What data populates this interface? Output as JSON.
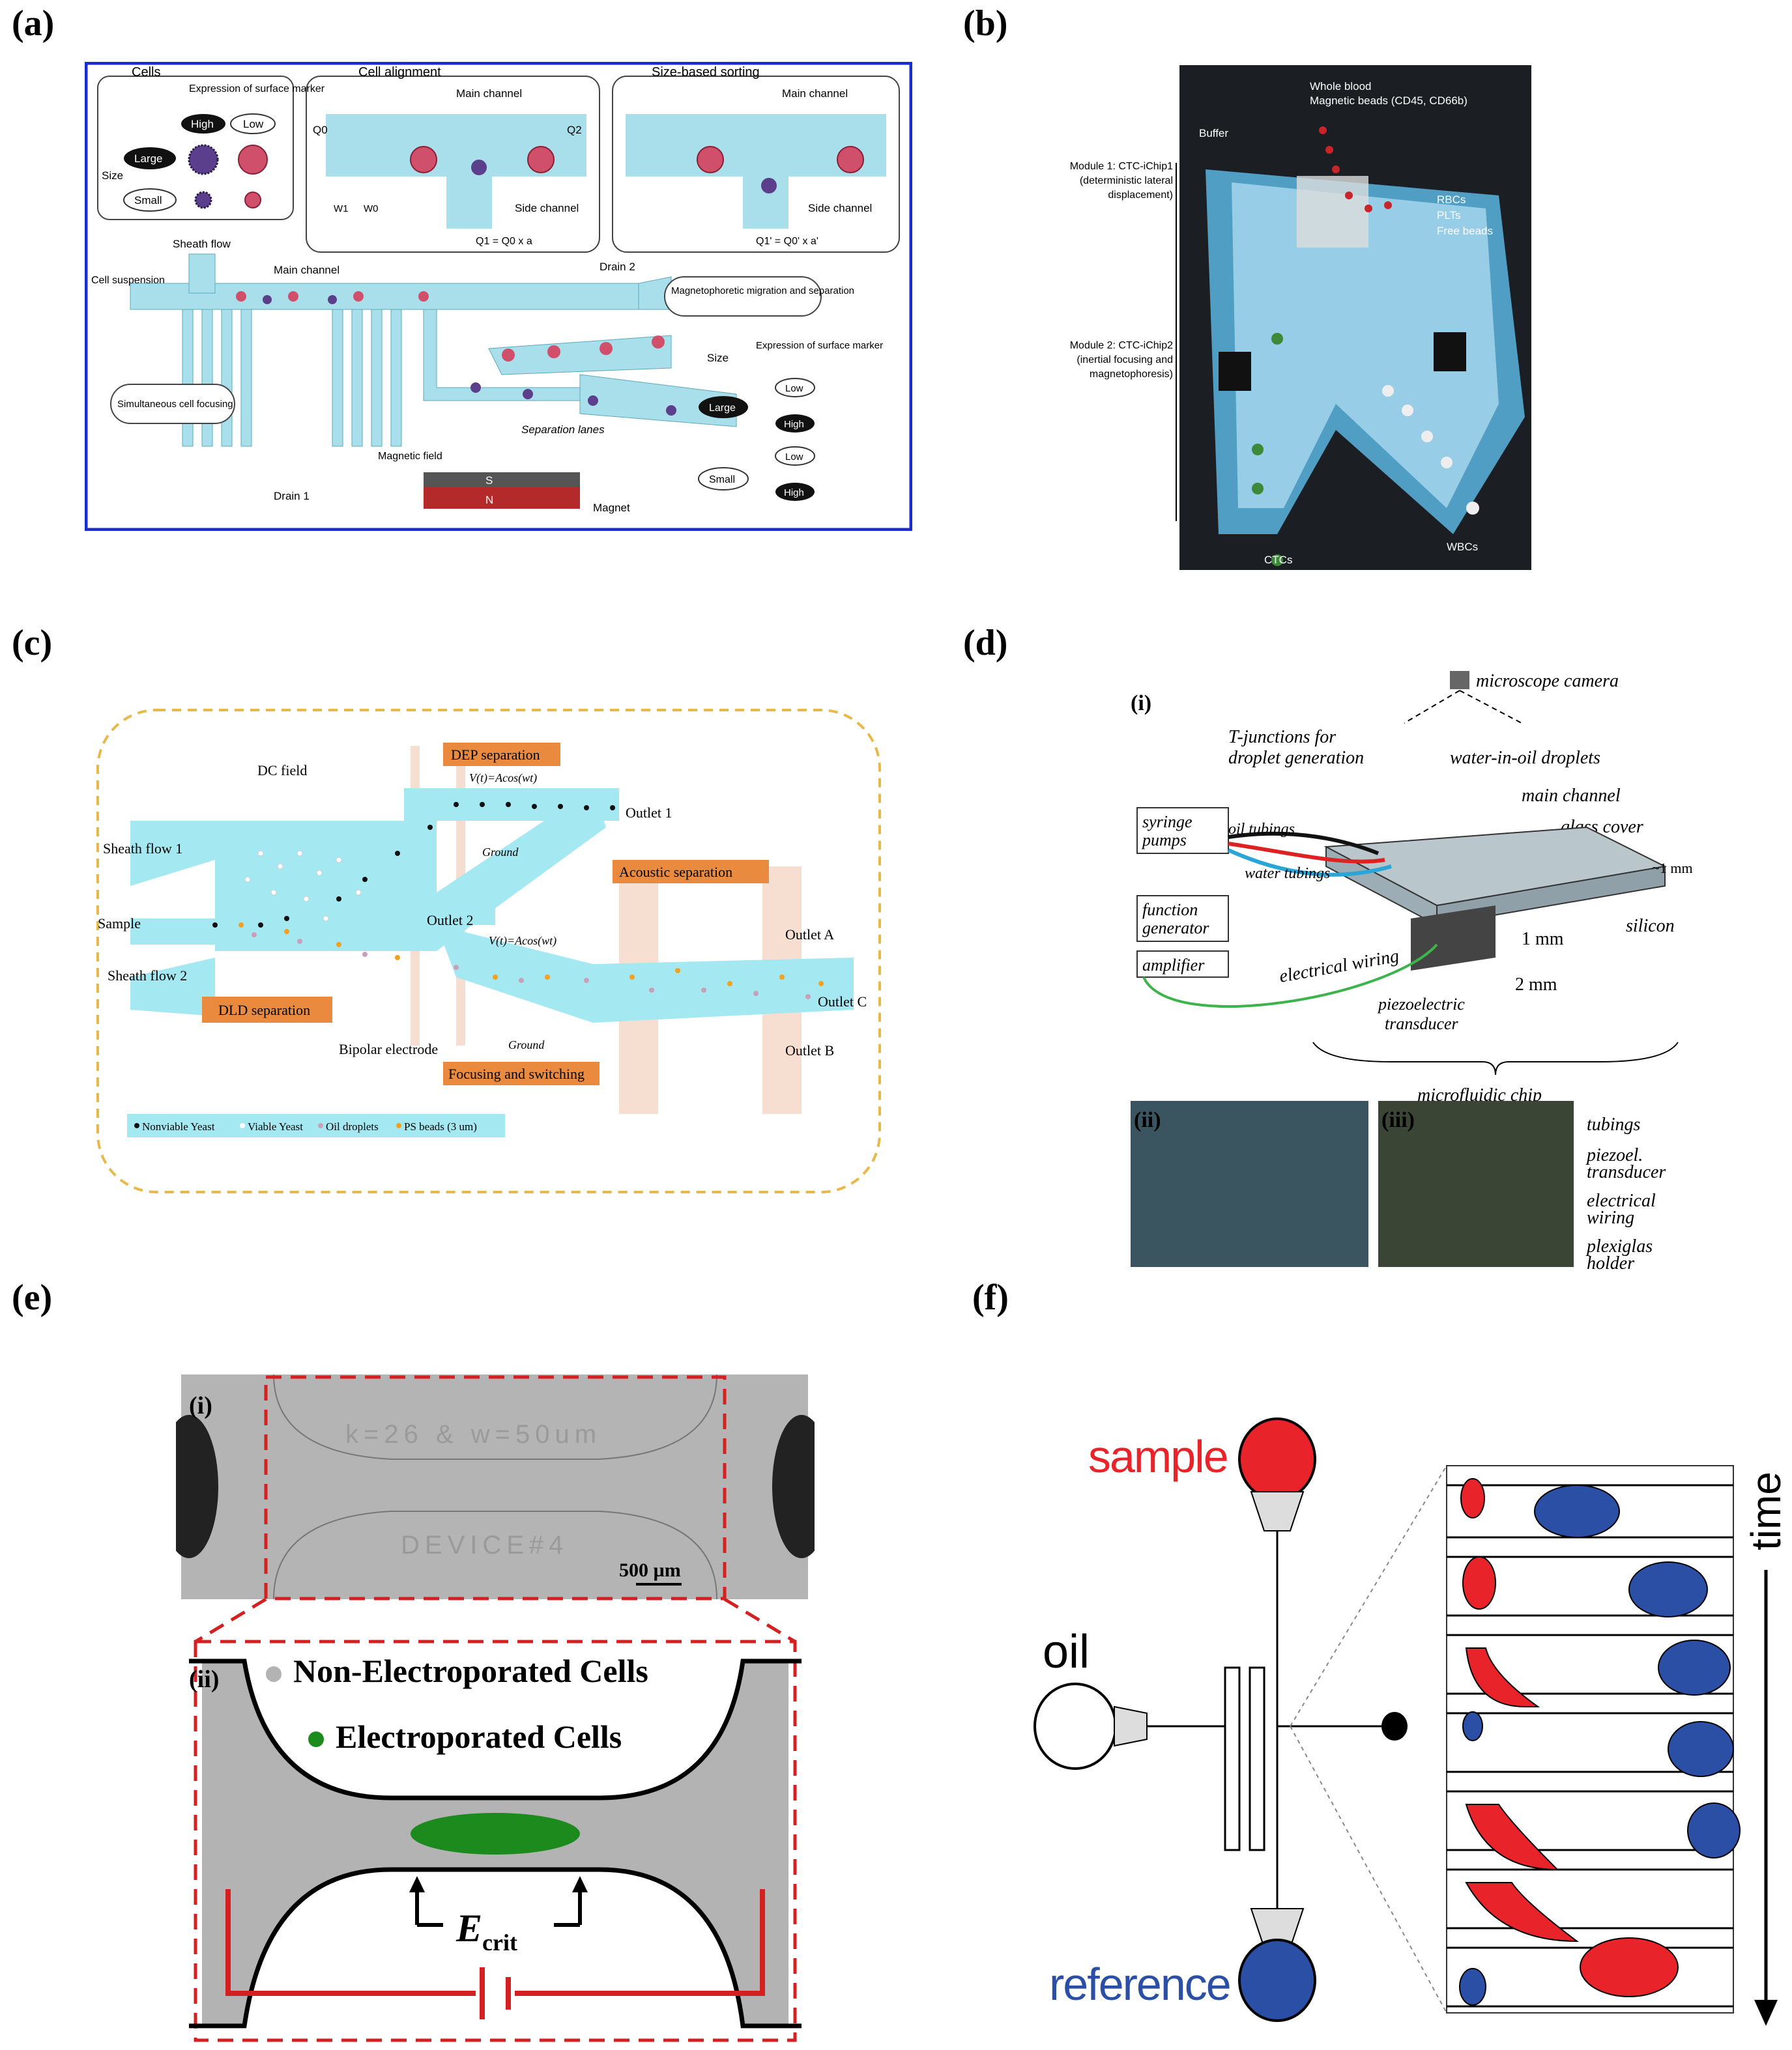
{
  "labels": {
    "a": "(a)",
    "b": "(b)",
    "c": "(c)",
    "d": "(d)",
    "e": "(e)",
    "f": "(f)"
  },
  "panel_a": {
    "cells_title": "Cells",
    "expression_title": "Expression of surface marker",
    "high": "High",
    "low": "Low",
    "size": "Size",
    "large": "Large",
    "small": "Small",
    "cell_alignment": "Cell alignment",
    "size_sorting": "Size-based sorting",
    "main_channel": "Main channel",
    "side_channel": "Side channel",
    "q0": "Q0",
    "q2": "Q2",
    "q1": "Q1 = Q0 x a",
    "q1p": "Q1' = Q0' x a'",
    "w1": "W1",
    "w0": "W0",
    "sheath_flow": "Sheath flow",
    "cell_suspension": "Cell suspension",
    "drain1": "Drain 1",
    "drain2": "Drain 2",
    "magnetophoretic": "Magnetophoretic migration and separation",
    "simultaneous": "Simultaneous cell focusing",
    "separation_lanes": "Separation lanes",
    "magnetic_field": "Magnetic field",
    "magnet": "Magnet",
    "s": "S",
    "n": "N",
    "size_right": "Size",
    "expression_right": "Expression of surface marker"
  },
  "panel_b": {
    "whole_blood": "Whole blood",
    "beads": "Magnetic beads (CD45, CD66b)",
    "buffer": "Buffer",
    "module1": "Module 1: CTC-iChip1 (deterministic lateral displacement)",
    "module2": "Module 2: CTC-iChip2 (inertial focusing and magnetophoresis)",
    "rbcs": "RBCs",
    "plts": "PLTs",
    "free_beads": "Free beads",
    "ctcs": "CTCs",
    "wbcs": "WBCs"
  },
  "panel_c": {
    "dc_field": "DC field",
    "dep": "DEP separation",
    "vt1": "V(t)=Acos(wt)",
    "vt2": "V(t)=Acos(wt)",
    "ground1": "Ground",
    "ground2": "Ground",
    "outlet1": "Outlet 1",
    "outlet2": "Outlet 2",
    "sheath1": "Sheath flow 1",
    "sheath2": "Sheath flow 2",
    "sample": "Sample",
    "acoustic": "Acoustic separation",
    "outletA": "Outlet A",
    "outletB": "Outlet B",
    "outletC": "Outlet C",
    "dld": "DLD separation",
    "bipolar": "Bipolar electrode",
    "focusing": "Focusing and switching",
    "legend": [
      "Nonviable Yeast",
      "Viable Yeast",
      "Oil droplets",
      "PS beads (3 um)"
    ]
  },
  "panel_d": {
    "i": "(i)",
    "ii": "(ii)",
    "iii": "(iii)",
    "camera": "microscope camera",
    "tjunction": "T-junctions for droplet generation",
    "droplets": "water-in-oil droplets",
    "main_channel": "main channel",
    "glass_cover": "glass cover",
    "syringe": "syringe pumps",
    "oil_tubings": "oil tubings",
    "water_tubings": "water tubings",
    "function_gen": "function generator",
    "amplifier": "amplifier",
    "wiring": "electrical wiring",
    "piezo": "piezoelectric transducer",
    "silicon": "silicon",
    "dim1": "~1 mm",
    "dim2": "1 mm",
    "dim3": "2 mm",
    "chip": "microfluidic chip",
    "tubings": "tubings",
    "piezoel": "piezoel. transducer",
    "ewiring": "electrical wiring",
    "plexiglas": "plexiglas holder"
  },
  "panel_e": {
    "i": "(i)",
    "ii": "(ii)",
    "engraving1": "k=26 & w=50um",
    "engraving2": "DEVICE#4",
    "scale": "500 µm",
    "non_electroporated": "Non-Electroporated Cells",
    "electroporated": "Electroporated Cells",
    "ecrit": "E",
    "ecrit_sub": "crit"
  },
  "panel_f": {
    "sample": "sample",
    "oil": "oil",
    "reference": "reference",
    "time": "time",
    "colors": {
      "sample": "#e8232a",
      "reference": "#2a4fa5"
    }
  }
}
